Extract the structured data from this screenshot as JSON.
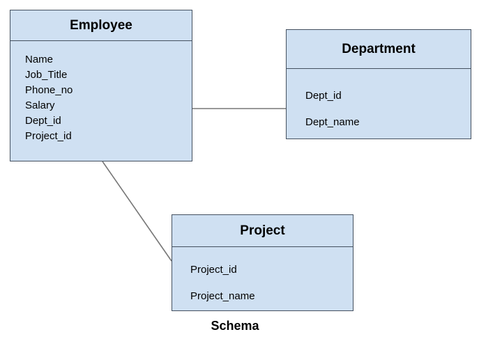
{
  "diagram": {
    "caption": "Schema",
    "colors": {
      "entity_fill": "#cfe0f2",
      "entity_border": "#44505f",
      "connector": "#777777",
      "text": "#000000",
      "background": "#ffffff"
    },
    "entities": [
      {
        "id": "employee",
        "title": "Employee",
        "attributes": [
          "Name",
          "Job_Title",
          "Phone_no",
          "Salary",
          "Dept_id",
          "Project_id"
        ]
      },
      {
        "id": "department",
        "title": "Department",
        "attributes": [
          "Dept_id",
          "Dept_name"
        ]
      },
      {
        "id": "project",
        "title": "Project",
        "attributes": [
          "Project_id",
          "Project_name"
        ]
      }
    ],
    "relationships": [
      {
        "id": "employee-department",
        "from": "employee",
        "to": "department"
      },
      {
        "id": "employee-project",
        "from": "employee",
        "to": "project"
      }
    ]
  }
}
